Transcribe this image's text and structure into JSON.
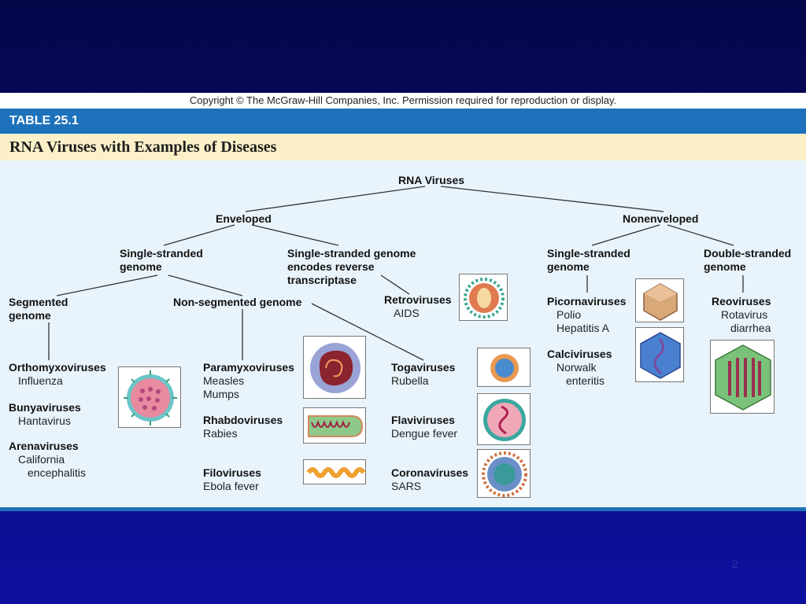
{
  "header": {
    "copyright": "Copyright © The McGraw-Hill Companies, Inc. Permission required for reproduction or display.",
    "table_number": "TABLE 25.1",
    "title": "RNA Viruses with Examples of Diseases"
  },
  "tree": {
    "root": "RNA Viruses",
    "enveloped": "Enveloped",
    "nonenveloped": "Nonenveloped",
    "env_single": [
      "Single-stranded",
      "genome"
    ],
    "env_rt": [
      "Single-stranded genome",
      "encodes reverse",
      "transcriptase"
    ],
    "non_single": [
      "Single-stranded",
      "genome"
    ],
    "non_double": [
      "Double-stranded",
      "genome"
    ],
    "segmented": [
      "Segmented",
      "genome"
    ],
    "nonsegmented": "Non-segmented genome"
  },
  "families": {
    "orthomyxo": {
      "name": "Orthomyxoviruses",
      "ex": [
        "Influenza"
      ]
    },
    "bunya": {
      "name": "Bunyaviruses",
      "ex": [
        "Hantavirus"
      ]
    },
    "arena": {
      "name": "Arenaviruses",
      "ex": [
        "California",
        "encephalitis"
      ]
    },
    "paramyxo": {
      "name": "Paramyxoviruses",
      "ex": [
        "Measles",
        "Mumps"
      ]
    },
    "rhabdo": {
      "name": "Rhabdoviruses",
      "ex": [
        "Rabies"
      ]
    },
    "filo": {
      "name": "Filoviruses",
      "ex": [
        "Ebola fever"
      ]
    },
    "toga": {
      "name": "Togaviruses",
      "ex": [
        "Rubella"
      ]
    },
    "flavi": {
      "name": "Flaviviruses",
      "ex": [
        "Dengue fever"
      ]
    },
    "corona": {
      "name": "Coronaviruses",
      "ex": [
        "SARS"
      ]
    },
    "retro": {
      "name": "Retroviruses",
      "ex": [
        "AIDS"
      ]
    },
    "picorna": {
      "name": "Picornaviruses",
      "ex": [
        "Polio",
        "Hepatitis A"
      ]
    },
    "calci": {
      "name": "Calciviruses",
      "ex": [
        "Norwalk",
        "enteritis"
      ]
    },
    "reo": {
      "name": "Reoviruses",
      "ex": [
        "Rotavirus",
        "diarrhea"
      ]
    }
  },
  "slide_number": "2"
}
